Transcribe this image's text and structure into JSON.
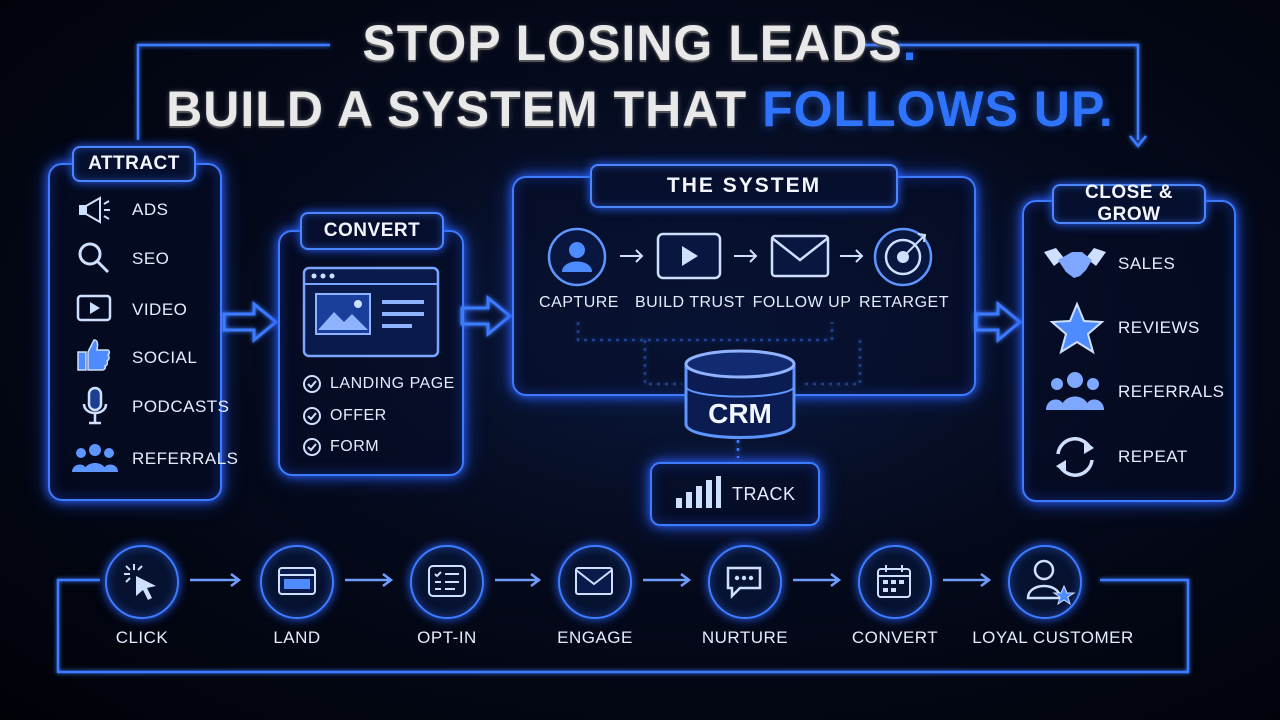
{
  "headline": {
    "line1": "STOP LOSING LEADS",
    "line1_dot": ".",
    "line2_prefix": "BUILD A SYSTEM THAT ",
    "line2_highlight": "FOLLOWS UP."
  },
  "attract": {
    "title": "ATTRACT",
    "items": [
      {
        "label": "ADS",
        "icon": "megaphone-icon"
      },
      {
        "label": "SEO",
        "icon": "search-icon"
      },
      {
        "label": "VIDEO",
        "icon": "video-play-icon"
      },
      {
        "label": "SOCIAL",
        "icon": "thumbs-up-icon"
      },
      {
        "label": "PODCASTS",
        "icon": "microphone-icon"
      },
      {
        "label": "REFERRALS",
        "icon": "people-icon"
      }
    ]
  },
  "convert": {
    "title": "CONVERT",
    "checklist": [
      "LANDING PAGE",
      "OFFER",
      "FORM"
    ]
  },
  "system": {
    "title": "THE SYSTEM",
    "steps": [
      {
        "label": "CAPTURE",
        "icon": "user-capture-icon"
      },
      {
        "label": "BUILD TRUST",
        "icon": "video-play-icon"
      },
      {
        "label": "FOLLOW UP",
        "icon": "envelope-icon"
      },
      {
        "label": "RETARGET",
        "icon": "target-icon"
      }
    ],
    "crm_label": "CRM",
    "track_label": "TRACK"
  },
  "close_grow": {
    "title": "CLOSE & GROW",
    "items": [
      {
        "label": "SALES",
        "icon": "handshake-icon"
      },
      {
        "label": "REVIEWS",
        "icon": "star-icon"
      },
      {
        "label": "REFERRALS",
        "icon": "people-icon"
      },
      {
        "label": "REPEAT",
        "icon": "repeat-icon"
      }
    ]
  },
  "journey": {
    "steps": [
      {
        "label": "CLICK",
        "icon": "cursor-click-icon"
      },
      {
        "label": "LAND",
        "icon": "browser-window-icon"
      },
      {
        "label": "OPT-IN",
        "icon": "form-checklist-icon"
      },
      {
        "label": "ENGAGE",
        "icon": "envelope-icon"
      },
      {
        "label": "NURTURE",
        "icon": "chat-bubble-icon"
      },
      {
        "label": "CONVERT",
        "icon": "calendar-icon"
      },
      {
        "label": "LOYAL CUSTOMER",
        "icon": "user-star-icon"
      }
    ]
  },
  "colors": {
    "accent": "#3d7bff",
    "highlight": "#2f74ff",
    "background": "#000208"
  }
}
